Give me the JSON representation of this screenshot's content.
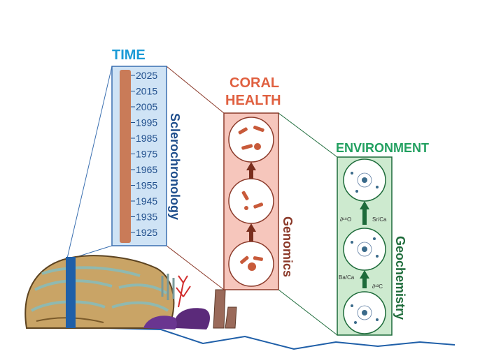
{
  "panels": {
    "time": {
      "title": "TIME",
      "side_label": "Sclerochronology",
      "years": [
        "2025",
        "2015",
        "2005",
        "1995",
        "1985",
        "1975",
        "1965",
        "1955",
        "1945",
        "1935",
        "1925"
      ]
    },
    "health": {
      "title_line1": "CORAL",
      "title_line2": "HEALTH",
      "side_label": "Genomics"
    },
    "environment": {
      "title": "ENVIRONMENT",
      "side_label": "Geochemistry",
      "labels": {
        "d18o": "∂¹⁸O",
        "srca": "Sr/Ca",
        "baca": "Ba/Ca",
        "d13c": "∂¹³C"
      }
    }
  },
  "colors": {
    "time": "#1a9ad6",
    "time_side": "#1f4e8c",
    "health": "#e06040",
    "health_side": "#8b3a2a",
    "environment": "#22a060",
    "environment_side": "#1d6b3a"
  }
}
